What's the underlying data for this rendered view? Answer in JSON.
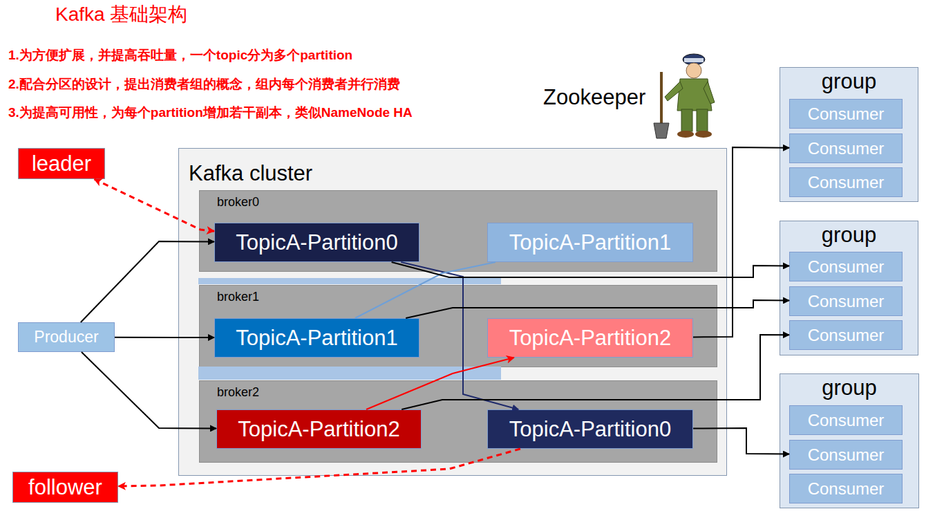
{
  "diagram": {
    "title": "Kafka 基础架构",
    "nodes": [
      {
        "text": [
          "Kafka cluster"
        ]
      },
      {
        "text": [
          "broker0"
        ],
        "in": 0
      },
      {
        "text": [
          "TopicA-Partition0"
        ],
        "in": 1
      },
      {
        "text": [
          "TopicA-Partition1"
        ],
        "in": 1
      },
      {
        "text": [
          "broker1"
        ],
        "in": 0
      },
      {
        "text": [
          "TopicA-Partition1"
        ],
        "in": 4
      },
      {
        "text": [
          "TopicA-Partition2"
        ],
        "in": 4
      },
      {
        "text": [
          "broker2"
        ],
        "in": 0
      },
      {
        "text": [
          "TopicA-Partition2"
        ],
        "in": 7
      },
      {
        "text": [
          "TopicA-Partition0"
        ],
        "in": 7
      },
      {
        "text": [
          "Producer"
        ]
      },
      {
        "text": [
          "leader"
        ]
      },
      {
        "text": [
          "follower"
        ]
      },
      {
        "text": [
          "group"
        ]
      },
      {
        "text": [
          "Consumer"
        ],
        "in": 13
      },
      {
        "text": [
          "Consumer"
        ],
        "in": 13
      },
      {
        "text": [
          "Consumer"
        ],
        "in": 13
      },
      {
        "text": [
          "group"
        ]
      },
      {
        "text": [
          "Consumer"
        ],
        "in": 17
      },
      {
        "text": [
          "Consumer"
        ],
        "in": 17
      },
      {
        "text": [
          "Consumer"
        ],
        "in": 17
      },
      {
        "text": [
          "group"
        ]
      },
      {
        "text": [
          "Consumer"
        ],
        "in": 21
      },
      {
        "text": [
          "Consumer"
        ],
        "in": 21
      },
      {
        "text": [
          "Consumer"
        ],
        "in": 21
      }
    ],
    "edges": [
      {
        "from": 10,
        "to": 2,
        "arrow": "to"
      },
      {
        "from": 10,
        "to": 5,
        "arrow": "to"
      },
      {
        "from": 10,
        "to": 8,
        "arrow": "to"
      },
      {
        "from": 2,
        "to": 11,
        "arrow": "both"
      },
      {
        "from": 9,
        "to": 12,
        "arrow": "to"
      },
      {
        "from": 2,
        "to": 9,
        "arrow": "to"
      },
      {
        "from": 5,
        "to": 3,
        "arrow": "none"
      },
      {
        "from": 8,
        "to": 6,
        "arrow": "to"
      },
      {
        "from": 2,
        "to": 18,
        "arrow": "to"
      },
      {
        "from": 5,
        "to": 19,
        "arrow": "to"
      },
      {
        "from": 8,
        "to": 20,
        "arrow": "to"
      },
      {
        "from": 6,
        "to": 15,
        "arrow": "to"
      },
      {
        "from": 9,
        "to": 23,
        "arrow": "to"
      }
    ],
    "labels": [
      "1.为方便扩展，并提高吞吐量，一个topic分为多个partition",
      "2.配合分区的设计，提出消费者组的概念，组内每个消费者并行消费",
      "3.为提高可用性，为每个partition增加若干副本，类似NameNode HA",
      "Zookeeper"
    ]
  }
}
